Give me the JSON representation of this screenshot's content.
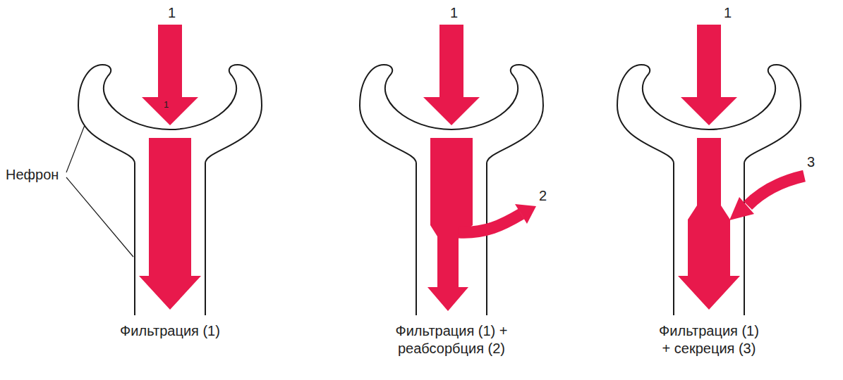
{
  "diagram": {
    "labels": [
      "1",
      "1",
      "1",
      "1",
      "Нефрон",
      "2",
      "3",
      "Фильтрация (1)",
      "Фильтрация (1) + реабсорбция (2)",
      "Фильтрация (1) + секреция (3)"
    ]
  }
}
